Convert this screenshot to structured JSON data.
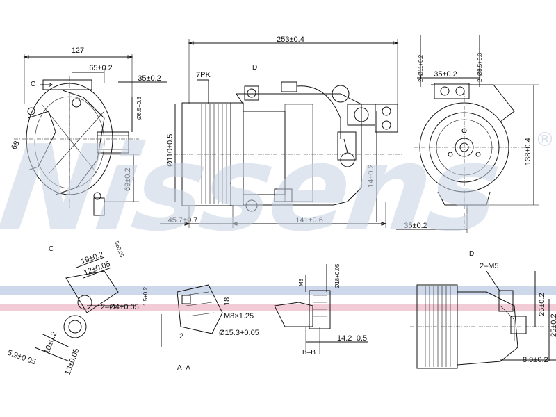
{
  "watermark": {
    "text": "Nissens",
    "mark": "®"
  },
  "band_colors": {
    "blue": "#cdd8ea",
    "pink": "#f2ccd4"
  },
  "views": {
    "C": "C",
    "D": "D",
    "C2": "C",
    "D2": "D",
    "AA": "A–A",
    "BB": "B–B"
  },
  "view1": {
    "dim_127": "127",
    "dim_65": "65±0.2",
    "dim_35": "35±0.2",
    "dim_8_5": "Ø8.5+0.3",
    "dim_69": "69±0.2",
    "dim_68": "68"
  },
  "view2": {
    "dim_253": "253±0.4",
    "label_7pk": "7PK",
    "dim_110": "Ø110±0.5",
    "dim_45_7": "45.7±0.7",
    "dim_141": "141±0.6",
    "dim_14": "14±0.2"
  },
  "view3": {
    "dim_2_11": "2–Ø11+0.2",
    "dim_2_8_5": "2–Ø8.5+0.3",
    "dim_35a": "35±0.2",
    "dim_138": "138±0.4",
    "dim_35b": "35±0.2"
  },
  "detailC": {
    "dim_19": "19±0.2",
    "dim_12": "12±0.05",
    "dim_5": "5±0.05",
    "dim_2_4": "2–Ø4+0.05",
    "dim_10": "10±0.2",
    "dim_5_9": "5.9±0.05",
    "dim_13": "13±0.05"
  },
  "detailAA": {
    "dim_1_5": "1.5+0.2",
    "dim_18": "18",
    "dim_m8": "M8×1.25",
    "dim_15_3": "Ø15.3+0.05",
    "dim_2": "2"
  },
  "detailBB": {
    "dim_m8": "M8",
    "dim_18": "Ø18+0.05",
    "dim_14_2": "14.2+0.5"
  },
  "detailD": {
    "dim_2_m5": "2–M5",
    "dim_25a": "25±0.2",
    "dim_25b": "25±0.2",
    "dim_8_9": "8.9±0.2"
  }
}
